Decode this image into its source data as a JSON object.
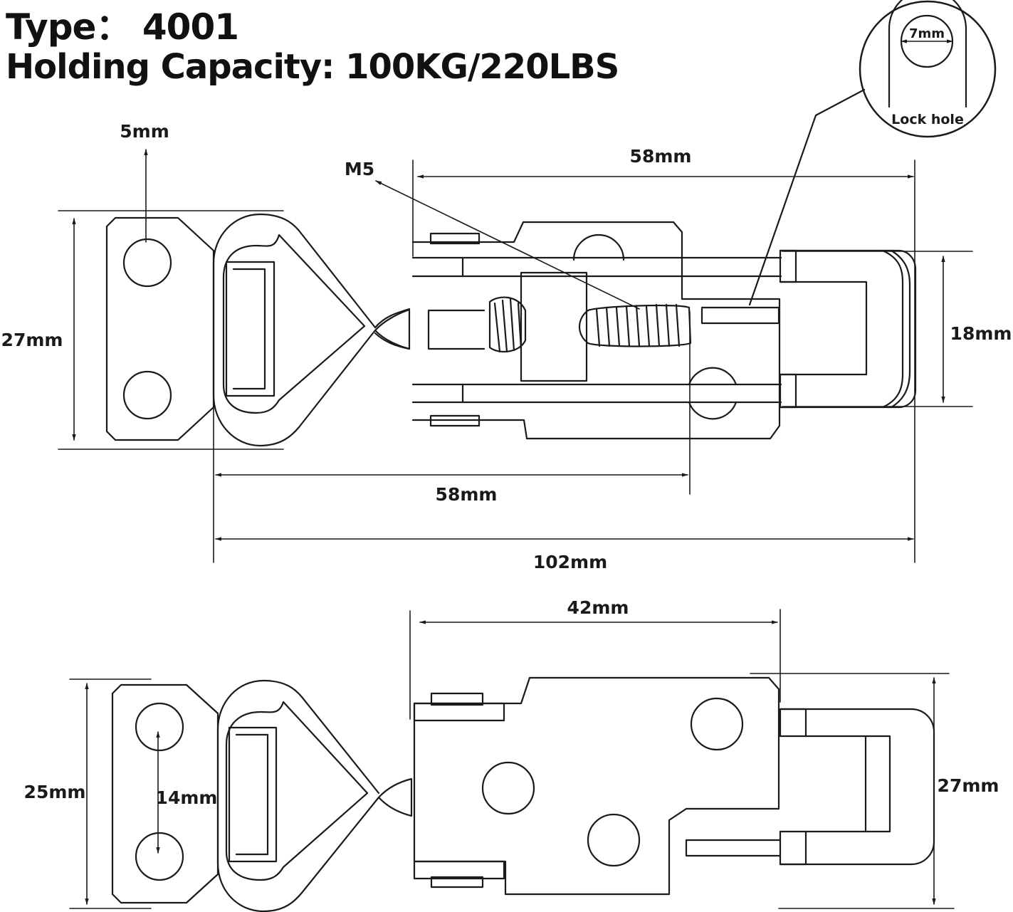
{
  "header": {
    "type_line": "Type：  4001",
    "capacity_line": "Holding Capacity: 100KG/220LBS"
  },
  "lock_hole": {
    "diameter": "7mm",
    "label": "Lock hole"
  },
  "top_view": {
    "dim_hole_dia": "5mm",
    "dim_thread": "M5",
    "dim_height": "27mm",
    "dim_body_width": "58mm",
    "dim_shackle_height": "18mm",
    "dim_span": "58mm",
    "dim_total_length": "102mm"
  },
  "bottom_view": {
    "dim_body_width": "42mm",
    "dim_base_height": "25mm",
    "dim_hole_spacing": "14mm",
    "dim_right_height": "27mm"
  },
  "colors": {
    "line": "#1a1a1a",
    "background": "#ffffff"
  }
}
